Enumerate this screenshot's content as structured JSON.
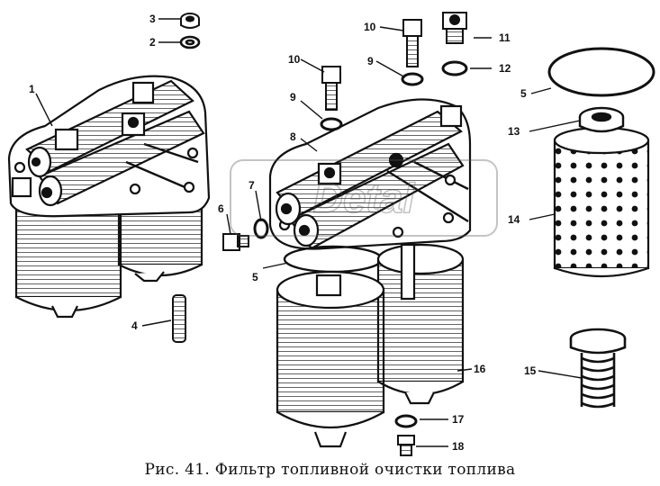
{
  "caption": "Рис. 41. Фильтр топливной очистки топлива",
  "callouts": [
    "1",
    "2",
    "3",
    "4",
    "5",
    "6",
    "7",
    "8",
    "9",
    "10",
    "11",
    "12",
    "13",
    "14",
    "15",
    "16",
    "17",
    "18"
  ],
  "watermark": "Detal"
}
